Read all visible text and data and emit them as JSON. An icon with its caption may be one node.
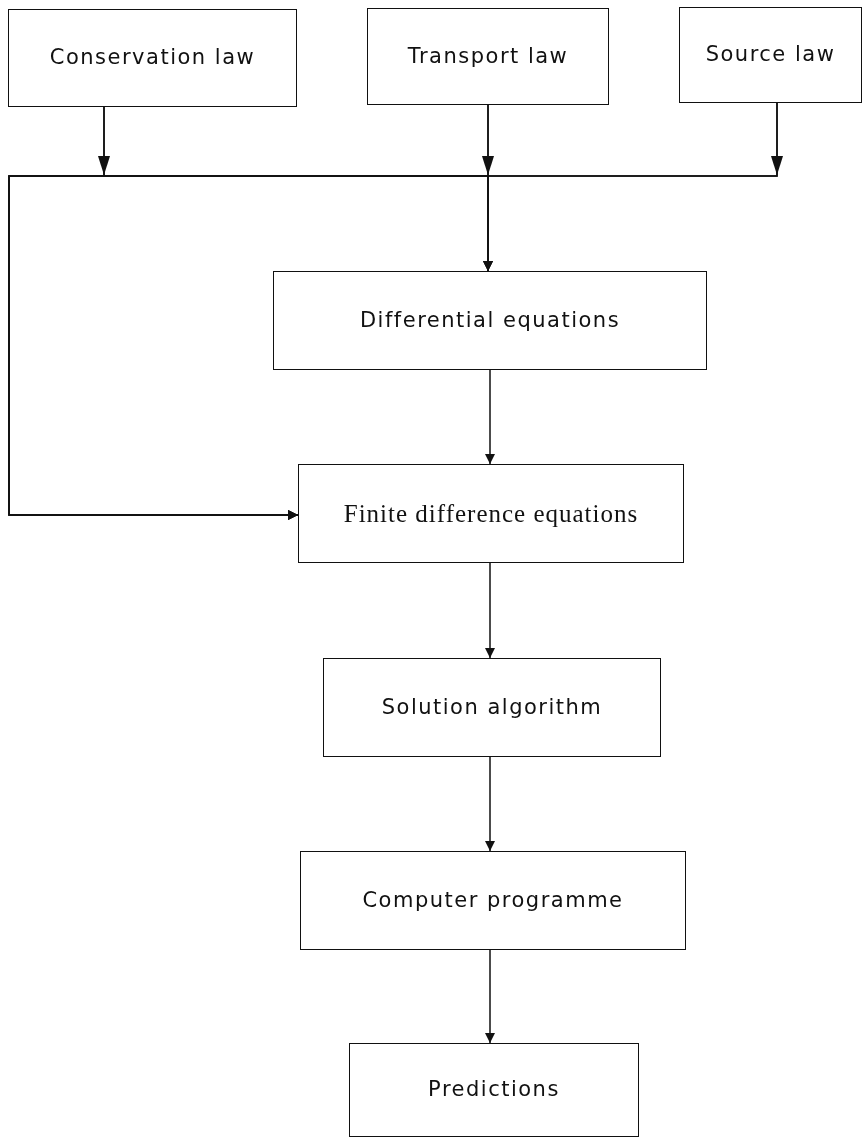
{
  "diagram": {
    "nodes": [
      {
        "text": [
          "Conservation law"
        ]
      },
      {
        "text": [
          "Transport law"
        ]
      },
      {
        "text": [
          "Source law"
        ]
      },
      {
        "text": [
          "Differential equations"
        ]
      },
      {
        "text": [
          "Finite difference equations"
        ]
      },
      {
        "text": [
          "Solution algorithm"
        ]
      },
      {
        "text": [
          "Computer programme"
        ]
      },
      {
        "text": [
          "Predictions"
        ]
      }
    ],
    "edges": [
      {
        "from": 0,
        "to": 3,
        "arrow": "to"
      },
      {
        "from": 1,
        "to": 3,
        "arrow": "to"
      },
      {
        "from": 2,
        "to": 3,
        "arrow": "to"
      },
      {
        "from": 0,
        "to": 4,
        "arrow": "to"
      },
      {
        "from": 1,
        "to": 4,
        "arrow": "to"
      },
      {
        "from": 2,
        "to": 4,
        "arrow": "to"
      },
      {
        "from": 3,
        "to": 4,
        "arrow": "to"
      },
      {
        "from": 4,
        "to": 5,
        "arrow": "to"
      },
      {
        "from": 5,
        "to": 6,
        "arrow": "to"
      },
      {
        "from": 6,
        "to": 7,
        "arrow": "to"
      }
    ]
  }
}
